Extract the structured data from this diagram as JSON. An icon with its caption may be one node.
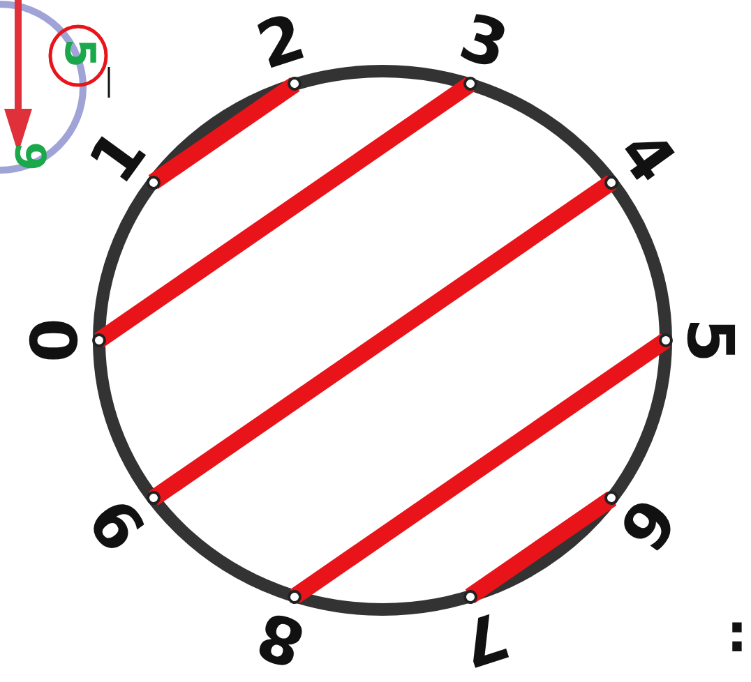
{
  "diagram": {
    "nodes": [
      {
        "text": [
          "0"
        ]
      },
      {
        "text": [
          "1"
        ]
      },
      {
        "text": [
          "2"
        ]
      },
      {
        "text": [
          "3"
        ]
      },
      {
        "text": [
          "4"
        ]
      },
      {
        "text": [
          "5"
        ]
      },
      {
        "text": [
          "6"
        ]
      },
      {
        "text": [
          "7"
        ]
      },
      {
        "text": [
          "8"
        ]
      },
      {
        "text": [
          "9"
        ]
      }
    ],
    "edges": [
      {
        "from": 1,
        "to": 2,
        "arrow": "none"
      },
      {
        "from": 0,
        "to": 3,
        "arrow": "none"
      },
      {
        "from": 9,
        "to": 4,
        "arrow": "none"
      },
      {
        "from": 8,
        "to": 5,
        "arrow": "none"
      },
      {
        "from": 7,
        "to": 6,
        "arrow": "none"
      }
    ],
    "labels": [
      "5",
      "6",
      ":"
    ]
  }
}
